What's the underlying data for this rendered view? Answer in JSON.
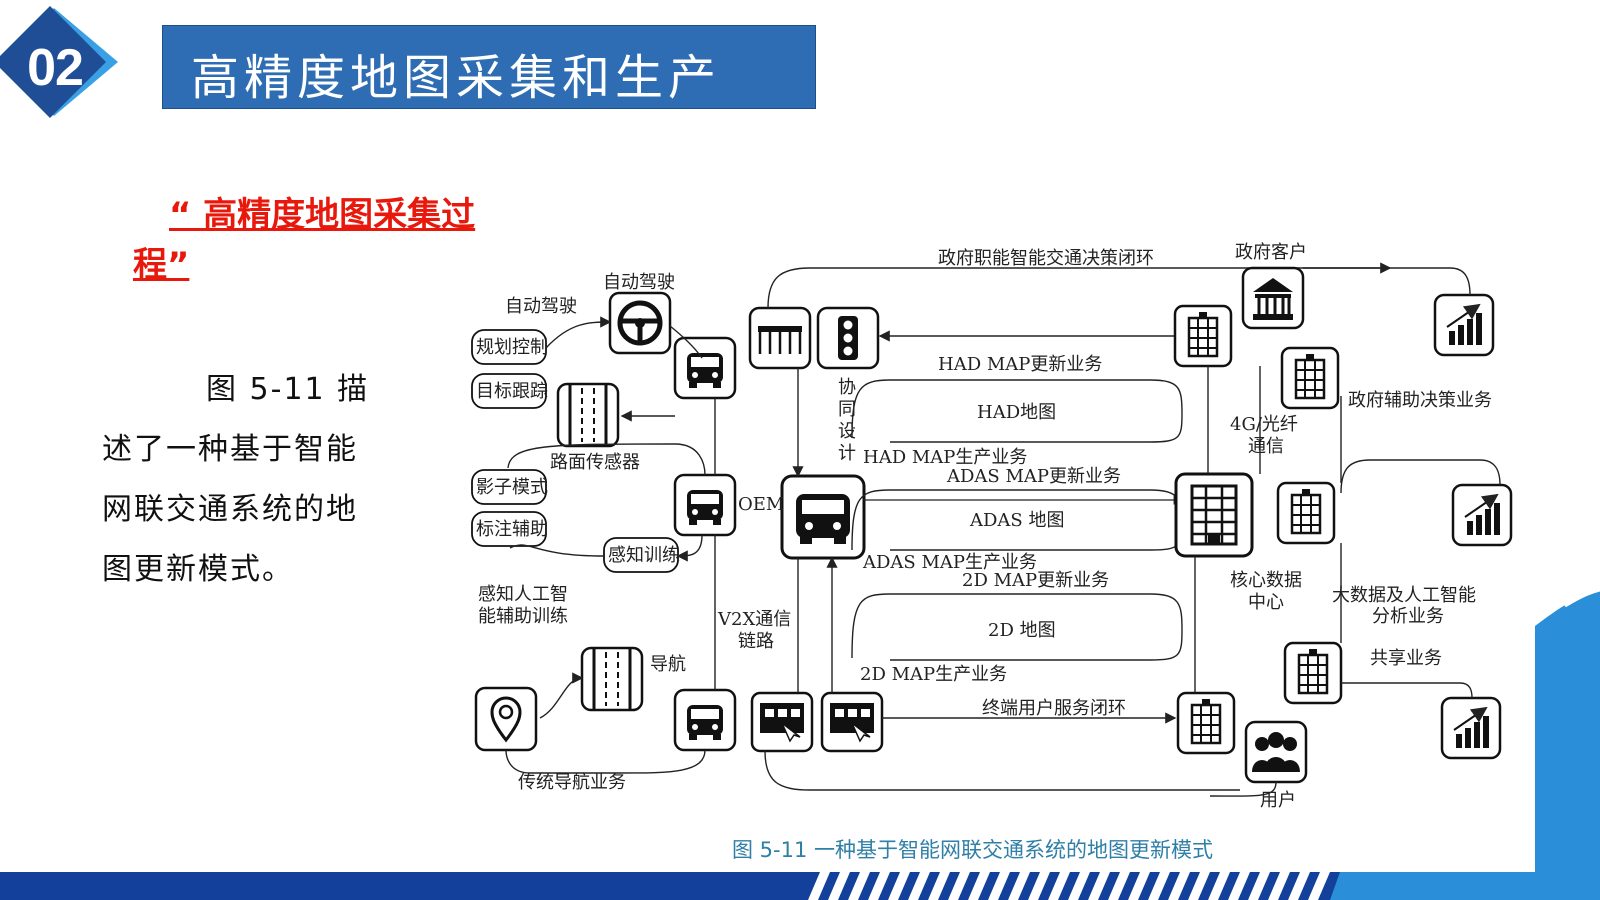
{
  "header": {
    "section_number": "02",
    "title": "高精度地图采集和生产"
  },
  "highlight": {
    "line1": "“ 高精度地图采集过",
    "line2": "程”"
  },
  "description": {
    "line1": "图 5-11 描",
    "line2": "述了一种基于智能",
    "line3": "网联交通系统的地",
    "line4": "图更新模式。"
  },
  "diagram": {
    "labels": {
      "auto_drive_top": "自动驾驶",
      "auto_drive_left": "自动驾驶",
      "planning": "规划控制",
      "tracking": "目标跟踪",
      "road_sensor": "路面传感器",
      "shadow_mode": "影子模式",
      "label_assist": "标注辅助",
      "perception_training": "感知训练",
      "ai_training_1": "感知人工智",
      "ai_training_2": "能辅助训练",
      "navigation": "导航",
      "traditional_nav": "传统导航业务",
      "oem": "OEM",
      "v2x_1": "V2X通信",
      "v2x_2": "链路",
      "cooperative_1": "协",
      "cooperative_2": "同",
      "cooperative_3": "设",
      "cooperative_4": "计",
      "gov_loop": "政府职能智能交通决策闭环",
      "gov_client": "政府客户",
      "had_update": "HAD MAP更新业务",
      "had_map": "HAD地图",
      "had_production": "HAD MAP生产业务",
      "adas_update": "ADAS MAP更新业务",
      "adas_map": "ADAS 地图",
      "adas_production": "ADAS MAP生产业务",
      "map2d_update": "2D MAP更新业务",
      "map2d": "2D 地图",
      "map2d_production": "2D MAP生产业务",
      "user_loop": "终端用户服务闭环",
      "net_4g_1": "4G/光纤",
      "net_4g_2": "通信",
      "core_data_1": "核心数据",
      "core_data_2": "中心",
      "gov_decision": "政府辅助决策业务",
      "bigdata_1": "大数据及人工智能",
      "bigdata_2": "分析业务",
      "sharing": "共享业务",
      "users": "用户"
    },
    "caption": "图 5-11    一种基于智能网联交通系统的地图更新模式"
  },
  "colors": {
    "title_bar": "#2e6db4",
    "badge": "#1f4e97",
    "badge_ring": "#3aa0e6",
    "highlight": "#e8180c",
    "caption": "#2f7fa6",
    "band_dark": "#12409a",
    "band_light": "#2a8fd8"
  }
}
